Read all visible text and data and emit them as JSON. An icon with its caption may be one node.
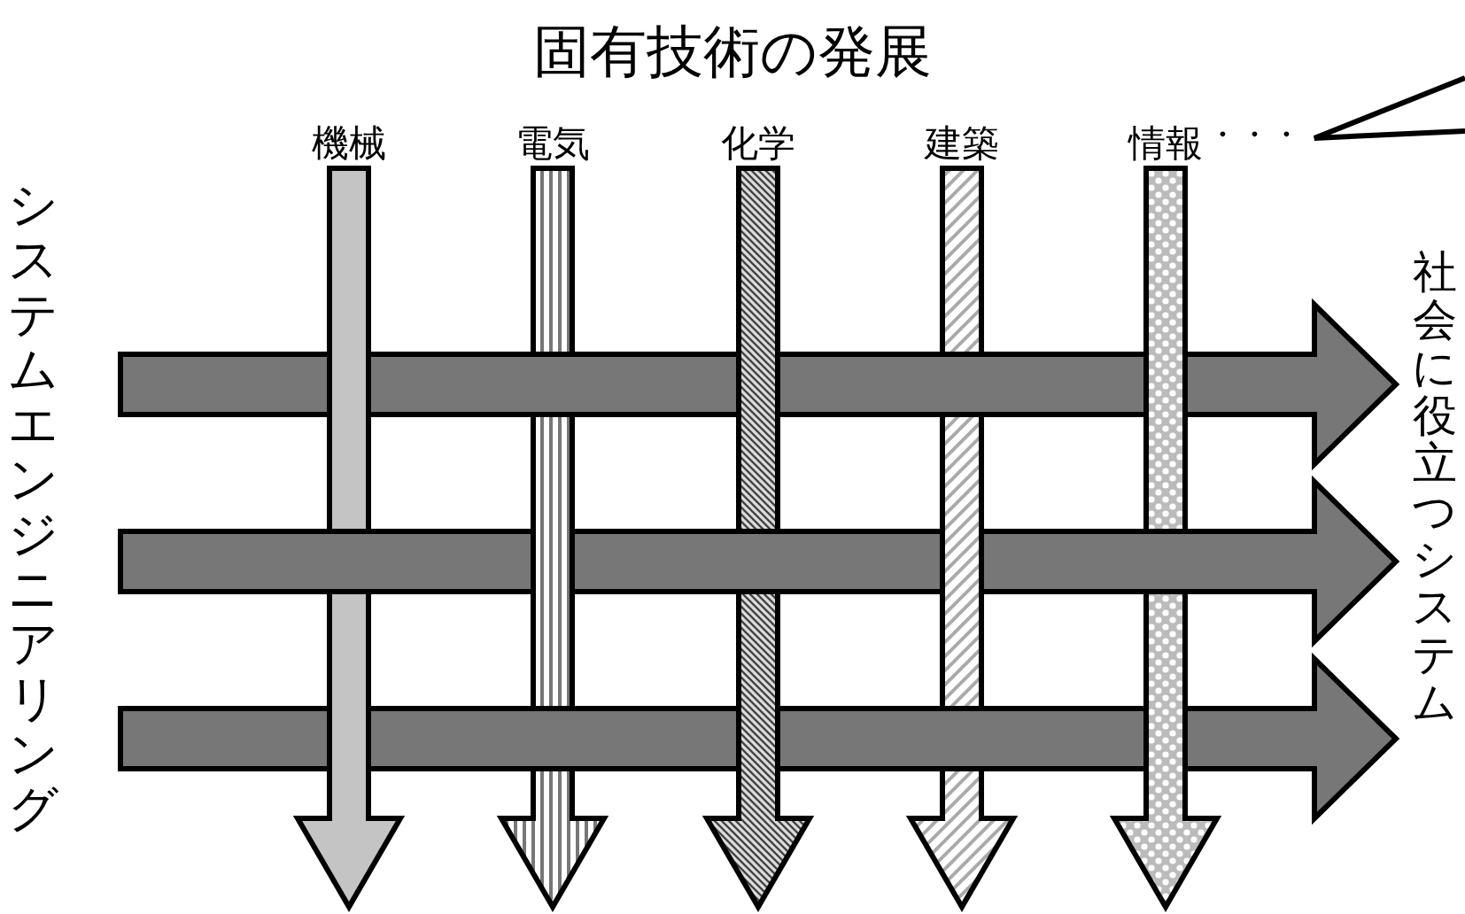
{
  "diagram": {
    "title": "固有技術の発展",
    "nodes": [
      {
        "text": [
          "機械"
        ]
      },
      {
        "text": [
          "電気"
        ]
      },
      {
        "text": [
          "化学"
        ]
      },
      {
        "text": [
          "建築"
        ]
      },
      {
        "text": [
          "情報"
        ]
      },
      {
        "text": [],
        "shape": "arrow"
      },
      {
        "text": [],
        "shape": "arrow"
      },
      {
        "text": [],
        "shape": "arrow"
      }
    ],
    "edges": [],
    "labels": [
      "・・・",
      "システムエンジニアリング",
      "社会に役立つシステム"
    ]
  }
}
